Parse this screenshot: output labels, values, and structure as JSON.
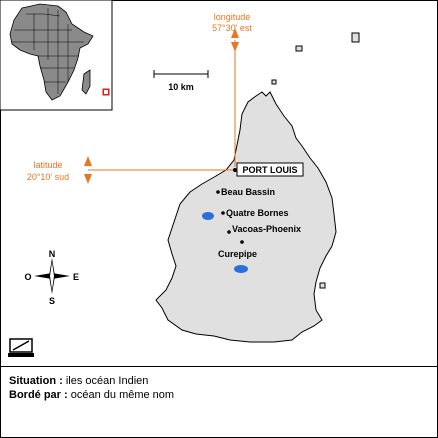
{
  "longitude": {
    "label": "longitude",
    "value": "57°30' est"
  },
  "latitude": {
    "label": "latitude",
    "value": "20°10' sud"
  },
  "scale": {
    "label": "10 km"
  },
  "capital": "PORT LOUIS",
  "cities": [
    "Beau Bassin",
    "Quatre Bornes",
    "Vacoas-Phoenix",
    "Curepipe"
  ],
  "compass": {
    "n": "N",
    "s": "S",
    "e": "E",
    "w": "O"
  },
  "info": {
    "situation_label": "Situation :",
    "situation_value": "iles océan Indien",
    "borde_label": "Bordé par :",
    "borde_value": "océan du même nom"
  },
  "icons": {
    "print": "print-icon",
    "africa_locator": "africa-locator-map"
  },
  "colors": {
    "accent": "#e87722",
    "island": "#e0e0e0",
    "lake": "#2b6fdc",
    "locator": "#e21b1b",
    "africa": "#8a8a8a"
  }
}
